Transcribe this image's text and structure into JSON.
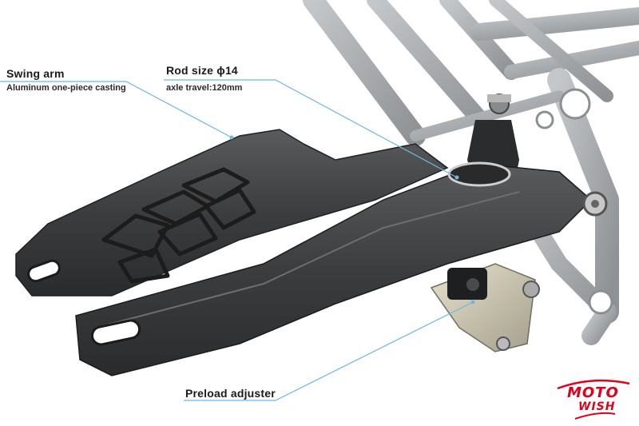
{
  "annotations": {
    "swing_arm": {
      "title": "Swing arm",
      "subtitle": "Aluminum one-piece casting"
    },
    "rod_size": {
      "title": "Rod size ϕ14",
      "subtitle": "axle travel:120mm"
    },
    "preload_adjuster": {
      "title": "Preload adjuster"
    }
  },
  "logo": {
    "line1": "MOTO",
    "line2": "WISH"
  },
  "colors": {
    "callout_line": "#6fb7e6",
    "swingarm": "#3d3d3f",
    "frame": "#a9acae",
    "brand_red": "#e0001b"
  }
}
